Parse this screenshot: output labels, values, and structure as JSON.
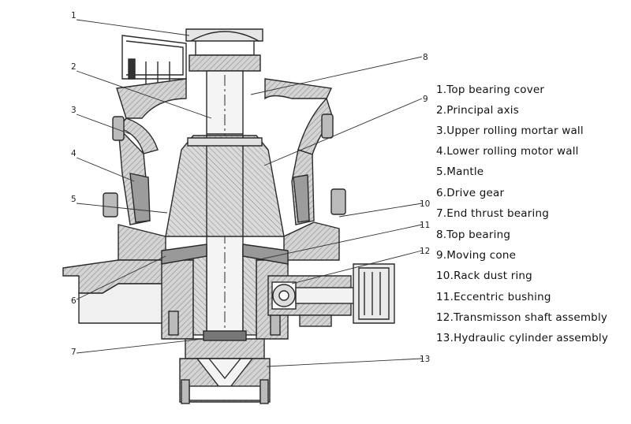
{
  "callout_numbers": [
    "1",
    "2",
    "3",
    "4",
    "5",
    "6",
    "7",
    "8",
    "9",
    "10",
    "11",
    "12",
    "13"
  ],
  "legend": [
    "1.Top bearing cover",
    "2.Principal axis",
    "3.Upper rolling mortar wall",
    "4.Lower rolling motor wall",
    "5.Mantle",
    "6.Drive gear",
    "7.End thrust bearing",
    "8.Top bearing",
    "9.Moving cone",
    "10.Rack dust ring",
    "11.Eccentric bushing",
    "12.Transmisson shaft assembly",
    "13.Hydraulic cylinder assembly"
  ],
  "colors": {
    "line": "#2a2a2a",
    "hatch": "#9a9a9a",
    "fill": "#c8c8c8",
    "background": "#ffffff"
  }
}
